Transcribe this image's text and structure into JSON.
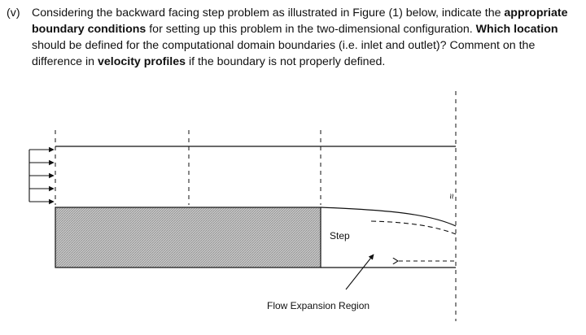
{
  "question": {
    "label": "(v)",
    "lines": [
      [
        {
          "text": "Considering the backward facing step problem as illustrated in Figure (1) below, indicate the ",
          "bold": false
        },
        {
          "text": "appropriate",
          "bold": true
        }
      ],
      [
        {
          "text": "boundary conditions",
          "bold": true
        },
        {
          "text": " for setting up this problem in the two-dimensional configuration. ",
          "bold": false
        },
        {
          "text": "Which location",
          "bold": true
        }
      ],
      [
        {
          "text": "should be defined for the computational domain boundaries (i.e. inlet and outlet)? Comment on the",
          "bold": false
        }
      ],
      [
        {
          "text": "difference in ",
          "bold": false
        },
        {
          "text": "velocity profiles",
          "bold": true
        },
        {
          "text": " if the boundary is not properly defined.",
          "bold": false
        }
      ]
    ]
  },
  "figure": {
    "step_label": "Step",
    "expansion_label": "Flow Expansion Region",
    "break_symbol": "≈",
    "colors": {
      "line": "#111111",
      "hatch": "#9a9a9a",
      "hatch_bg": "#c8c8c8"
    },
    "inlet_arrow_count": 5
  }
}
